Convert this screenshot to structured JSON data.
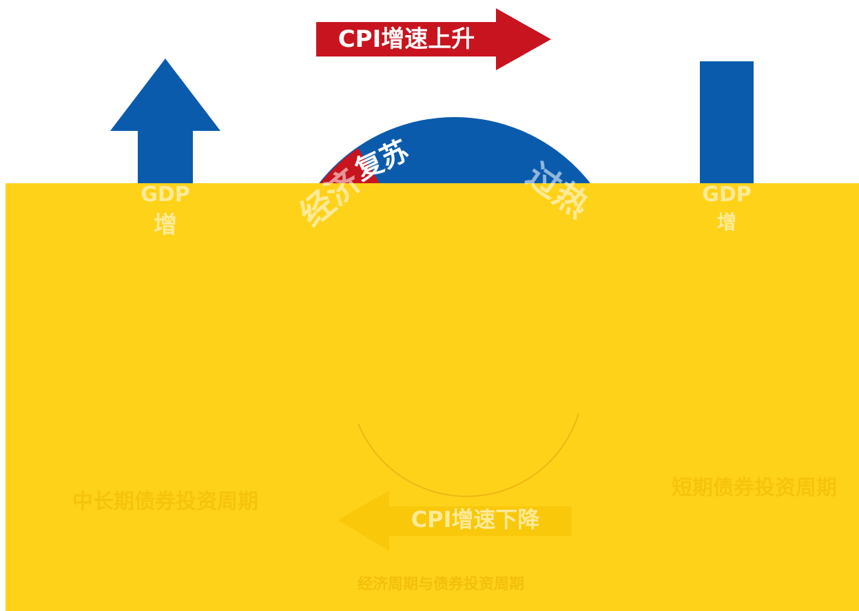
{
  "colors": {
    "background": "#ffffff",
    "red_arrow": "#c8141e",
    "blue": "#0b5bad",
    "gold_ring": "#d9b060",
    "overlay_yellow": "#ffd21a",
    "label_text": "#ffffff"
  },
  "top_arrow": {
    "label": "CPI增速上升",
    "color": "red"
  },
  "left_arrow": {
    "label_line1": "GDP",
    "label_line2": "增",
    "direction": "up",
    "icon": "arrow-up-icon"
  },
  "right_arrow": {
    "label_line1": "GDP",
    "label_line2": "增",
    "direction": "down",
    "icon": "arrow-down-icon"
  },
  "dial": {
    "segment_left_label": "经济",
    "segment_top_label": "复苏",
    "segment_right_label": "过热"
  },
  "bottom_arrow": {
    "label": "CPI增速下降",
    "direction": "left"
  },
  "left_caption": "中长期债券投资周期",
  "right_caption": "短期债券投资周期",
  "bottom_caption": "经济周期与债券投资周期"
}
